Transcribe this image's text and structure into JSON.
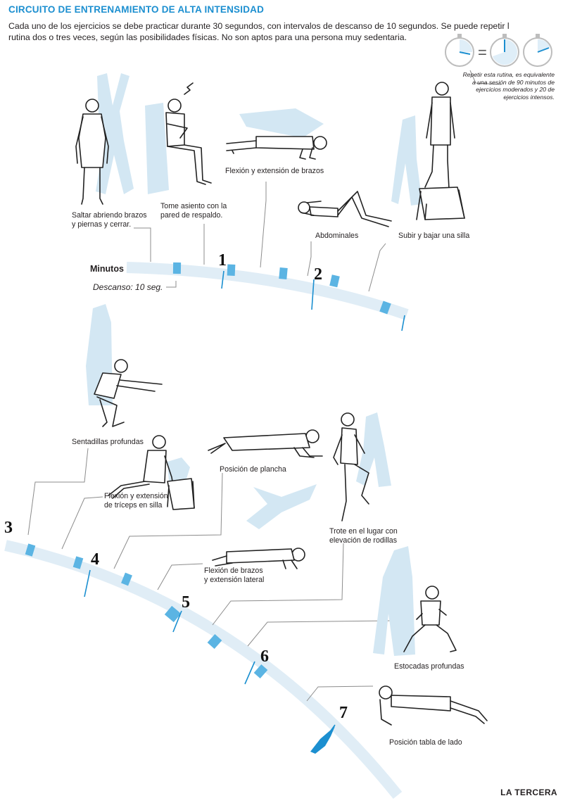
{
  "header": {
    "title": "CIRCUITO DE ENTRENAMIENTO DE ALTA INTENSIDAD",
    "intro_line1": "Cada uno de los ejercicios se debe practicar durante 30 segundos, con intervalos de descanso de 10 segundos. Se puede repetir l",
    "intro_line2": "rutina dos o tres veces, según las posibilidades físicas. No son aptos para una persona muy sedentaria."
  },
  "equivalence_note": {
    "line1": "Repetir esta rutina, es equivalente",
    "line2": "a una sesión de 90 minutos de",
    "line3": "ejercicios moderados y 20 de",
    "line4": "ejercicios intensos.",
    "symbol": "="
  },
  "timeline": {
    "label": "Minutos",
    "rest": "Descanso: 10 seg.",
    "markers": [
      "1",
      "2",
      "3",
      "4",
      "5",
      "6",
      "7"
    ]
  },
  "exercises": {
    "e1": {
      "l1": "Saltar abriendo brazos",
      "l2": "y piernas y cerrar."
    },
    "e2": {
      "l1": "Tome asiento con la",
      "l2": "pared de respaldo."
    },
    "e3": {
      "l1": "Flexión y extensión de brazos"
    },
    "e4": {
      "l1": "Abdominales"
    },
    "e5": {
      "l1": "Subir y bajar una silla"
    },
    "e6": {
      "l1": "Sentadillas profundas"
    },
    "e7": {
      "l1": "Flexión y extensión",
      "l2": "de tríceps en silla"
    },
    "e8": {
      "l1": "Posición de plancha"
    },
    "e9": {
      "l1": "Trote en el lugar con",
      "l2": "elevación de rodillas"
    },
    "e10": {
      "l1": "Flexión de brazos",
      "l2": "y extensión lateral"
    },
    "e11": {
      "l1": "Estocadas profundas"
    },
    "e12": {
      "l1": "Posición tabla de lado"
    }
  },
  "colors": {
    "accent": "#1c8fd0",
    "track": "#e0edf6",
    "rest_block": "#5bb4e3",
    "shadow": "#d3e7f3"
  },
  "footer": {
    "brand": "LA TERCERA"
  }
}
